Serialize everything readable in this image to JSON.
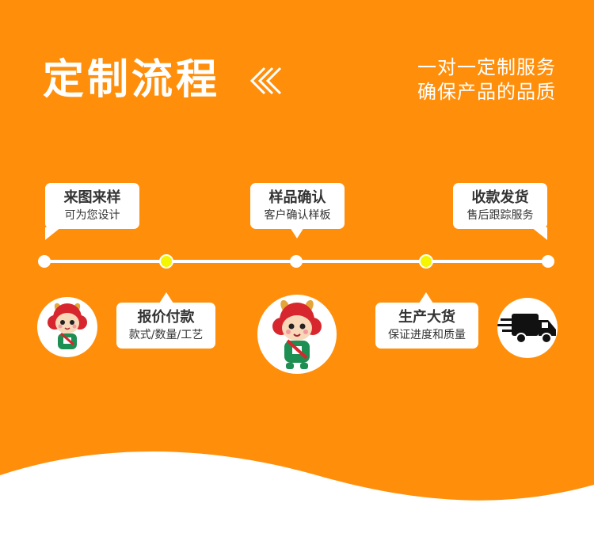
{
  "header": {
    "title": "定制流程",
    "slogan_line1": "一对一定制服务",
    "slogan_line2": "确保产品的品质"
  },
  "steps_top": [
    {
      "title": "来图来样",
      "subtitle": "可为您设计"
    },
    {
      "title": "样品确认",
      "subtitle": "客户确认样板"
    },
    {
      "title": "收款发货",
      "subtitle": "售后跟踪服务"
    }
  ],
  "steps_bottom": [
    {
      "title": "报价付款",
      "subtitle": "款式/数量/工艺"
    },
    {
      "title": "生产大货",
      "subtitle": "保证进度和质量"
    }
  ],
  "colors": {
    "background": "#FF8F0B",
    "accent_node": "#F5F500",
    "mascot_green": "#1E8F52",
    "mascot_red": "#D7262E"
  },
  "icons": [
    "double-chevron-left-icon",
    "dragon-mascot-image",
    "delivery-truck-icon"
  ]
}
